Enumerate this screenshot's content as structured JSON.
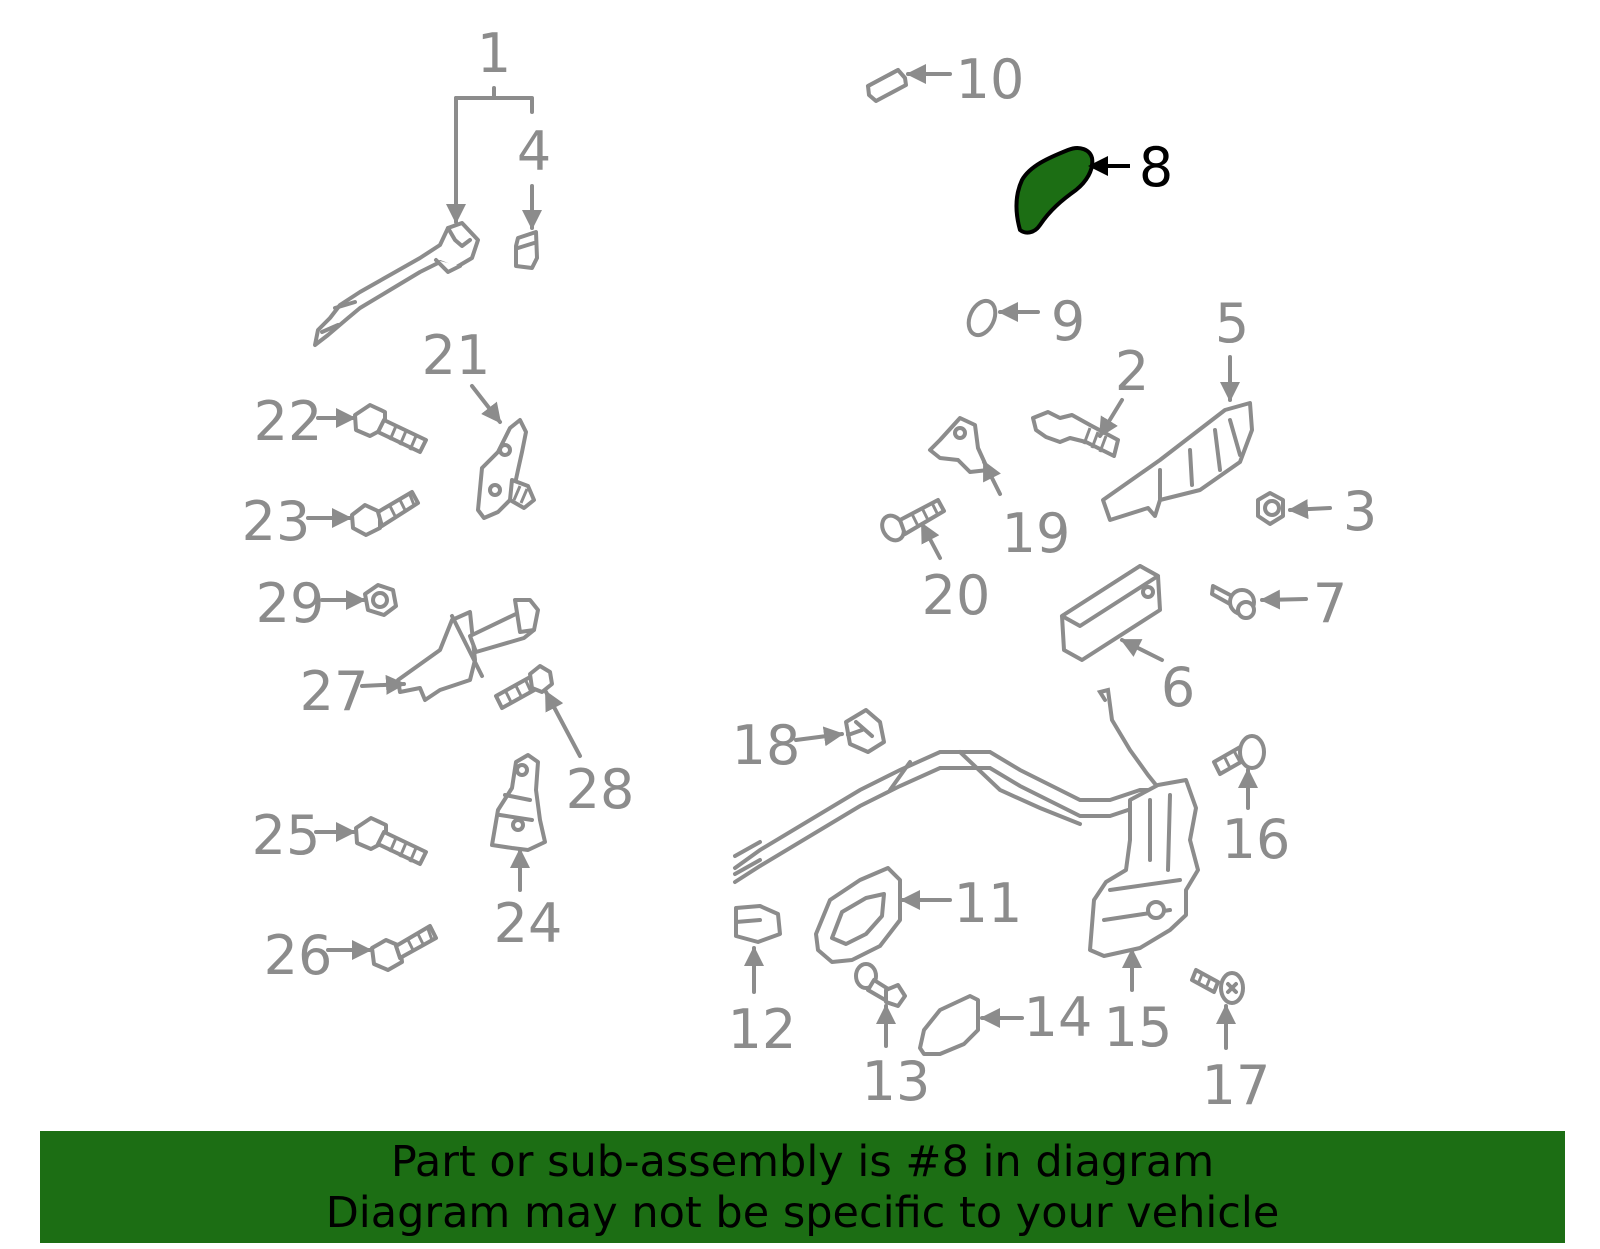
{
  "diagram": {
    "highlight_color": "#1c6e14",
    "line_color": "#8c8c8c",
    "callouts": [
      {
        "id": "1",
        "label": "1"
      },
      {
        "id": "2",
        "label": "2"
      },
      {
        "id": "3",
        "label": "3"
      },
      {
        "id": "4",
        "label": "4"
      },
      {
        "id": "5",
        "label": "5"
      },
      {
        "id": "6",
        "label": "6"
      },
      {
        "id": "7",
        "label": "7"
      },
      {
        "id": "8",
        "label": "8",
        "highlighted": true
      },
      {
        "id": "9",
        "label": "9"
      },
      {
        "id": "10",
        "label": "10"
      },
      {
        "id": "11",
        "label": "11"
      },
      {
        "id": "12",
        "label": "12"
      },
      {
        "id": "13",
        "label": "13"
      },
      {
        "id": "14",
        "label": "14"
      },
      {
        "id": "15",
        "label": "15"
      },
      {
        "id": "16",
        "label": "16"
      },
      {
        "id": "17",
        "label": "17"
      },
      {
        "id": "18",
        "label": "18"
      },
      {
        "id": "19",
        "label": "19"
      },
      {
        "id": "20",
        "label": "20"
      },
      {
        "id": "21",
        "label": "21"
      },
      {
        "id": "22",
        "label": "22"
      },
      {
        "id": "23",
        "label": "23"
      },
      {
        "id": "24",
        "label": "24"
      },
      {
        "id": "25",
        "label": "25"
      },
      {
        "id": "26",
        "label": "26"
      },
      {
        "id": "27",
        "label": "27"
      },
      {
        "id": "28",
        "label": "28"
      },
      {
        "id": "29",
        "label": "29"
      }
    ]
  },
  "footer": {
    "line1": "Part or sub-assembly is #8 in diagram",
    "line2": "Diagram may not be specific to your vehicle",
    "background": "#1c6e14"
  }
}
